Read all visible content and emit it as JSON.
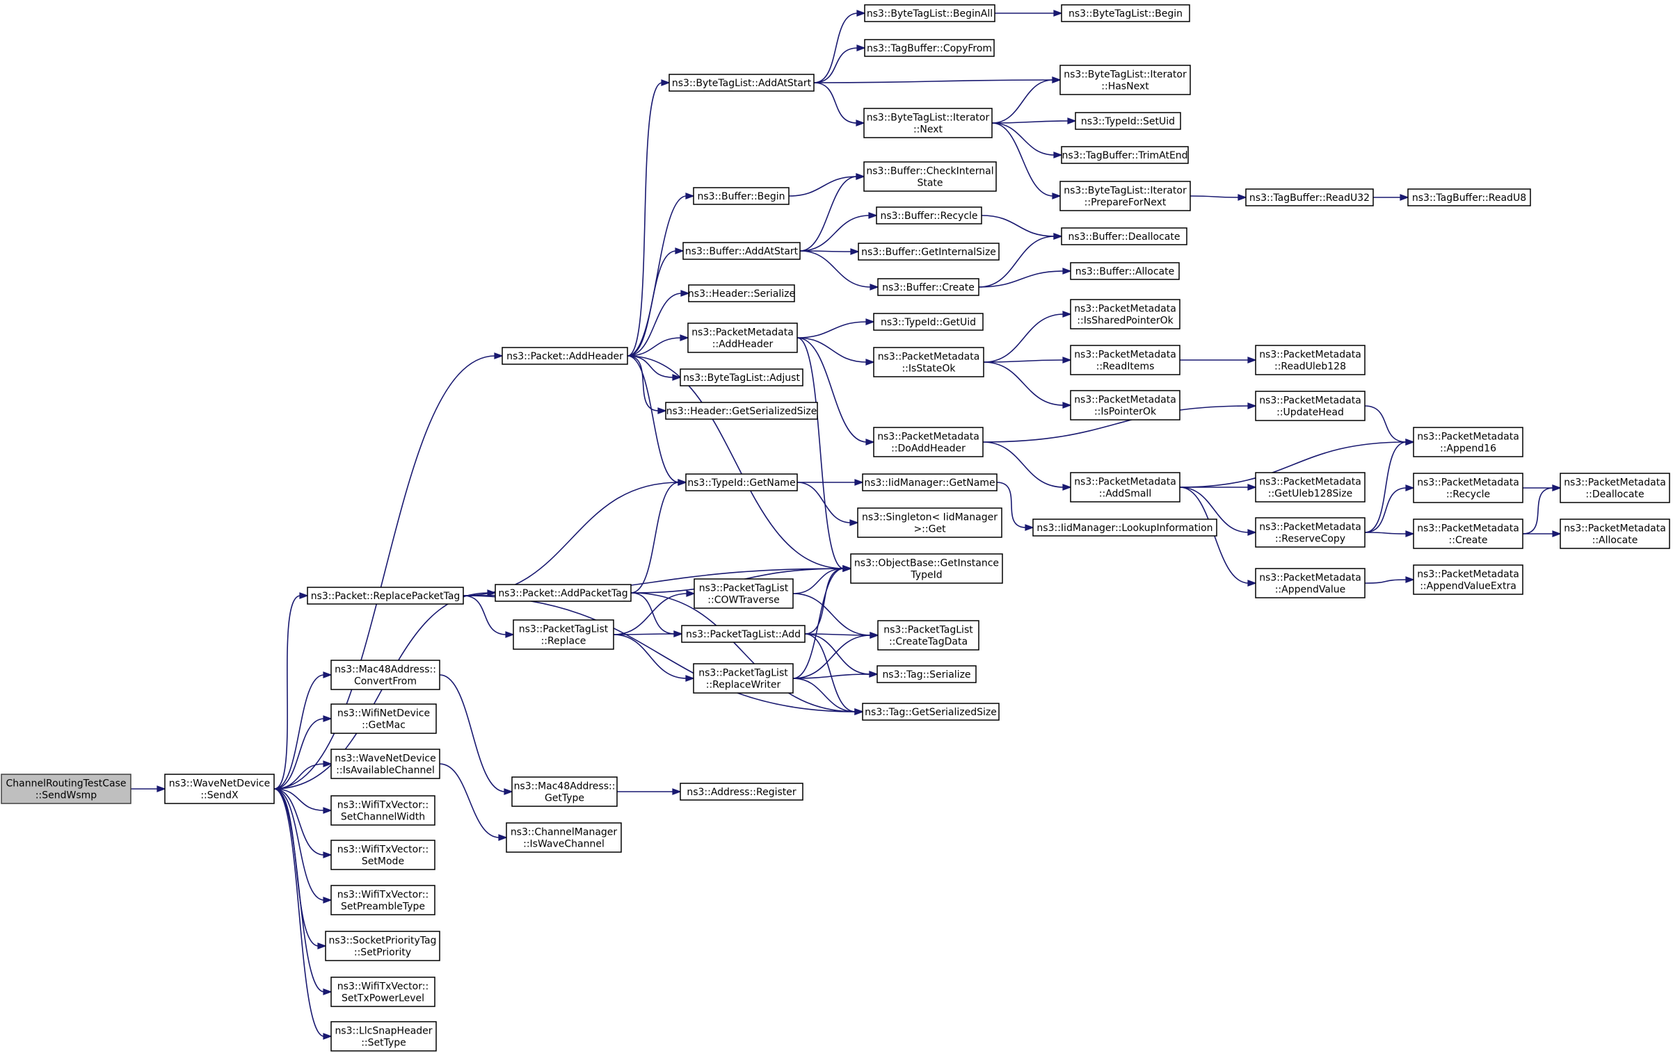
{
  "diagram": {
    "type": "call-graph",
    "root": "ChannelRoutingTestCase::SendWsmp",
    "colors": {
      "edge": "#191970",
      "node_border": "#000000",
      "root_fill": "#bfbfbf",
      "node_fill": "#ffffff"
    },
    "nodes": [
      {
        "id": "n_root",
        "lines": [
          "ChannelRoutingTestCase",
          "::SendWsmp"
        ],
        "root": true
      },
      {
        "id": "n_sendx",
        "lines": [
          "ns3::WaveNetDevice",
          "::SendX"
        ]
      },
      {
        "id": "n_addheader",
        "lines": [
          "ns3::Packet::AddHeader"
        ]
      },
      {
        "id": "n_replacepackettag",
        "lines": [
          "ns3::Packet::ReplacePacketTag"
        ]
      },
      {
        "id": "n_addpackettag",
        "lines": [
          "ns3::Packet::AddPacketTag"
        ]
      },
      {
        "id": "n_mac48convert",
        "lines": [
          "ns3::Mac48Address::",
          "ConvertFrom"
        ]
      },
      {
        "id": "n_wifigetmac",
        "lines": [
          "ns3::WifiNetDevice",
          "::GetMac"
        ]
      },
      {
        "id": "n_isavailable",
        "lines": [
          "ns3::WaveNetDevice",
          "::IsAvailableChannel"
        ]
      },
      {
        "id": "n_setchwidth",
        "lines": [
          "ns3::WifiTxVector::",
          "SetChannelWidth"
        ]
      },
      {
        "id": "n_setmode",
        "lines": [
          "ns3::WifiTxVector::",
          "SetMode"
        ]
      },
      {
        "id": "n_setpreamble",
        "lines": [
          "ns3::WifiTxVector::",
          "SetPreambleType"
        ]
      },
      {
        "id": "n_setpriority",
        "lines": [
          "ns3::SocketPriorityTag",
          "::SetPriority"
        ]
      },
      {
        "id": "n_settxpower",
        "lines": [
          "ns3::WifiTxVector::",
          "SetTxPowerLevel"
        ]
      },
      {
        "id": "n_llcsettype",
        "lines": [
          "ns3::LlcSnapHeader",
          "::SetType"
        ]
      },
      {
        "id": "n_btl_addatstart",
        "lines": [
          "ns3::ByteTagList::AddAtStart"
        ]
      },
      {
        "id": "n_buf_begin",
        "lines": [
          "ns3::Buffer::Begin"
        ]
      },
      {
        "id": "n_buf_addatstart",
        "lines": [
          "ns3::Buffer::AddAtStart"
        ]
      },
      {
        "id": "n_hdr_serialize",
        "lines": [
          "ns3::Header::Serialize"
        ]
      },
      {
        "id": "n_pm_addheader",
        "lines": [
          "ns3::PacketMetadata",
          "::AddHeader"
        ]
      },
      {
        "id": "n_btl_adjust",
        "lines": [
          "ns3::ByteTagList::Adjust"
        ]
      },
      {
        "id": "n_hdr_getsize",
        "lines": [
          "ns3::Header::GetSerializedSize"
        ]
      },
      {
        "id": "n_typeid_getname",
        "lines": [
          "ns3::TypeId::GetName"
        ]
      },
      {
        "id": "n_ptl_replace",
        "lines": [
          "ns3::PacketTagList",
          "::Replace"
        ]
      },
      {
        "id": "n_mac48_gettype",
        "lines": [
          "ns3::Mac48Address::",
          "GetType"
        ]
      },
      {
        "id": "n_chmgr_iswave",
        "lines": [
          "ns3::ChannelManager",
          "::IsWaveChannel"
        ]
      },
      {
        "id": "n_btl_beginall",
        "lines": [
          "ns3::ByteTagList::BeginAll"
        ]
      },
      {
        "id": "n_tb_copyfrom",
        "lines": [
          "ns3::TagBuffer::CopyFrom"
        ]
      },
      {
        "id": "n_btl_it_next",
        "lines": [
          "ns3::ByteTagList::Iterator",
          "::Next"
        ]
      },
      {
        "id": "n_buf_checkinternal",
        "lines": [
          "ns3::Buffer::CheckInternal",
          "State"
        ]
      },
      {
        "id": "n_buf_recycle",
        "lines": [
          "ns3::Buffer::Recycle"
        ]
      },
      {
        "id": "n_buf_getinternalsize",
        "lines": [
          "ns3::Buffer::GetInternalSize"
        ]
      },
      {
        "id": "n_buf_create",
        "lines": [
          "ns3::Buffer::Create"
        ]
      },
      {
        "id": "n_typeid_getuid",
        "lines": [
          "ns3::TypeId::GetUid"
        ]
      },
      {
        "id": "n_pm_isstateok",
        "lines": [
          "ns3::PacketMetadata",
          "::IsStateOk"
        ]
      },
      {
        "id": "n_pm_doaddheader",
        "lines": [
          "ns3::PacketMetadata",
          "::DoAddHeader"
        ]
      },
      {
        "id": "n_iid_getname",
        "lines": [
          "ns3::IidManager::GetName"
        ]
      },
      {
        "id": "n_singleton_get",
        "lines": [
          "ns3::Singleton< IidManager",
          " >::Get"
        ]
      },
      {
        "id": "n_ob_getinstance",
        "lines": [
          "ns3::ObjectBase::GetInstance",
          "TypeId"
        ]
      },
      {
        "id": "n_ptl_cowtraverse",
        "lines": [
          "ns3::PacketTagList",
          "::COWTraverse"
        ]
      },
      {
        "id": "n_ptl_add",
        "lines": [
          "ns3::PacketTagList::Add"
        ]
      },
      {
        "id": "n_ptl_replacewriter",
        "lines": [
          "ns3::PacketTagList",
          "::ReplaceWriter"
        ]
      },
      {
        "id": "n_ptl_createtagdata",
        "lines": [
          "ns3::PacketTagList",
          "::CreateTagData"
        ]
      },
      {
        "id": "n_tag_serialize",
        "lines": [
          "ns3::Tag::Serialize"
        ]
      },
      {
        "id": "n_tag_getsize",
        "lines": [
          "ns3::Tag::GetSerializedSize"
        ]
      },
      {
        "id": "n_addr_register",
        "lines": [
          "ns3::Address::Register"
        ]
      },
      {
        "id": "n_btl_begin",
        "lines": [
          "ns3::ByteTagList::Begin"
        ]
      },
      {
        "id": "n_btl_it_hasnext",
        "lines": [
          "ns3::ByteTagList::Iterator",
          "::HasNext"
        ]
      },
      {
        "id": "n_typeid_setuid",
        "lines": [
          "ns3::TypeId::SetUid"
        ]
      },
      {
        "id": "n_tb_trimatend",
        "lines": [
          "ns3::TagBuffer::TrimAtEnd"
        ]
      },
      {
        "id": "n_btl_it_prepare",
        "lines": [
          "ns3::ByteTagList::Iterator",
          "::PrepareForNext"
        ]
      },
      {
        "id": "n_buf_deallocate",
        "lines": [
          "ns3::Buffer::Deallocate"
        ]
      },
      {
        "id": "n_buf_allocate",
        "lines": [
          "ns3::Buffer::Allocate"
        ]
      },
      {
        "id": "n_pm_issharedptrok",
        "lines": [
          "ns3::PacketMetadata",
          "::IsSharedPointerOk"
        ]
      },
      {
        "id": "n_pm_readitems",
        "lines": [
          "ns3::PacketMetadata",
          "::ReadItems"
        ]
      },
      {
        "id": "n_pm_ispointerok",
        "lines": [
          "ns3::PacketMetadata",
          "::IsPointerOk"
        ]
      },
      {
        "id": "n_pm_addsmall",
        "lines": [
          "ns3::PacketMetadata",
          "::AddSmall"
        ]
      },
      {
        "id": "n_iid_lookup",
        "lines": [
          "ns3::IidManager::LookupInformation"
        ]
      },
      {
        "id": "n_tb_readu32",
        "lines": [
          "ns3::TagBuffer::ReadU32"
        ]
      },
      {
        "id": "n_pm_readuleb128",
        "lines": [
          "ns3::PacketMetadata",
          "::ReadUleb128"
        ]
      },
      {
        "id": "n_pm_updatehead",
        "lines": [
          "ns3::PacketMetadata",
          "::UpdateHead"
        ]
      },
      {
        "id": "n_pm_getuleb128size",
        "lines": [
          "ns3::PacketMetadata",
          "::GetUleb128Size"
        ]
      },
      {
        "id": "n_pm_reservecopy",
        "lines": [
          "ns3::PacketMetadata",
          "::ReserveCopy"
        ]
      },
      {
        "id": "n_pm_appendvalue",
        "lines": [
          "ns3::PacketMetadata",
          "::AppendValue"
        ]
      },
      {
        "id": "n_tb_readu8",
        "lines": [
          "ns3::TagBuffer::ReadU8"
        ]
      },
      {
        "id": "n_pm_append16",
        "lines": [
          "ns3::PacketMetadata",
          "::Append16"
        ]
      },
      {
        "id": "n_pm_recycle",
        "lines": [
          "ns3::PacketMetadata",
          "::Recycle"
        ]
      },
      {
        "id": "n_pm_create",
        "lines": [
          "ns3::PacketMetadata",
          "::Create"
        ]
      },
      {
        "id": "n_pm_appendvalueextra",
        "lines": [
          "ns3::PacketMetadata",
          "::AppendValueExtra"
        ]
      },
      {
        "id": "n_pm_deallocate",
        "lines": [
          "ns3::PacketMetadata",
          "::Deallocate"
        ]
      },
      {
        "id": "n_pm_allocate",
        "lines": [
          "ns3::PacketMetadata",
          "::Allocate"
        ]
      }
    ],
    "edges": [
      [
        "n_root",
        "n_sendx"
      ],
      [
        "n_sendx",
        "n_addheader"
      ],
      [
        "n_sendx",
        "n_replacepackettag"
      ],
      [
        "n_sendx",
        "n_addpackettag"
      ],
      [
        "n_sendx",
        "n_mac48convert"
      ],
      [
        "n_sendx",
        "n_wifigetmac"
      ],
      [
        "n_sendx",
        "n_isavailable"
      ],
      [
        "n_sendx",
        "n_setchwidth"
      ],
      [
        "n_sendx",
        "n_setmode"
      ],
      [
        "n_sendx",
        "n_setpreamble"
      ],
      [
        "n_sendx",
        "n_setpriority"
      ],
      [
        "n_sendx",
        "n_settxpower"
      ],
      [
        "n_sendx",
        "n_llcsettype"
      ],
      [
        "n_addheader",
        "n_btl_addatstart"
      ],
      [
        "n_addheader",
        "n_buf_begin"
      ],
      [
        "n_addheader",
        "n_buf_addatstart"
      ],
      [
        "n_addheader",
        "n_hdr_serialize"
      ],
      [
        "n_addheader",
        "n_pm_addheader"
      ],
      [
        "n_addheader",
        "n_btl_adjust"
      ],
      [
        "n_addheader",
        "n_hdr_getsize"
      ],
      [
        "n_addheader",
        "n_typeid_getname"
      ],
      [
        "n_addheader",
        "n_ob_getinstance"
      ],
      [
        "n_replacepackettag",
        "n_typeid_getname"
      ],
      [
        "n_replacepackettag",
        "n_ob_getinstance"
      ],
      [
        "n_replacepackettag",
        "n_ptl_replace"
      ],
      [
        "n_replacepackettag",
        "n_tag_getsize"
      ],
      [
        "n_addpackettag",
        "n_typeid_getname"
      ],
      [
        "n_addpackettag",
        "n_ob_getinstance"
      ],
      [
        "n_addpackettag",
        "n_ptl_add"
      ],
      [
        "n_addpackettag",
        "n_tag_getsize"
      ],
      [
        "n_mac48convert",
        "n_mac48_gettype"
      ],
      [
        "n_isavailable",
        "n_chmgr_iswave"
      ],
      [
        "n_btl_addatstart",
        "n_btl_beginall"
      ],
      [
        "n_btl_addatstart",
        "n_tb_copyfrom"
      ],
      [
        "n_btl_addatstart",
        "n_btl_it_hasnext"
      ],
      [
        "n_btl_addatstart",
        "n_btl_it_next"
      ],
      [
        "n_btl_beginall",
        "n_btl_begin"
      ],
      [
        "n_btl_it_next",
        "n_btl_it_hasnext"
      ],
      [
        "n_btl_it_next",
        "n_typeid_setuid"
      ],
      [
        "n_btl_it_next",
        "n_tb_trimatend"
      ],
      [
        "n_btl_it_next",
        "n_btl_it_prepare"
      ],
      [
        "n_btl_it_prepare",
        "n_tb_readu32"
      ],
      [
        "n_tb_readu32",
        "n_tb_readu8"
      ],
      [
        "n_buf_begin",
        "n_buf_checkinternal"
      ],
      [
        "n_buf_addatstart",
        "n_buf_checkinternal"
      ],
      [
        "n_buf_addatstart",
        "n_buf_recycle"
      ],
      [
        "n_buf_addatstart",
        "n_buf_getinternalsize"
      ],
      [
        "n_buf_addatstart",
        "n_buf_create"
      ],
      [
        "n_buf_recycle",
        "n_buf_deallocate"
      ],
      [
        "n_buf_create",
        "n_buf_deallocate"
      ],
      [
        "n_buf_create",
        "n_buf_allocate"
      ],
      [
        "n_pm_addheader",
        "n_typeid_getuid"
      ],
      [
        "n_pm_addheader",
        "n_pm_isstateok"
      ],
      [
        "n_pm_addheader",
        "n_pm_doaddheader"
      ],
      [
        "n_pm_addheader",
        "n_ob_getinstance"
      ],
      [
        "n_pm_isstateok",
        "n_pm_issharedptrok"
      ],
      [
        "n_pm_isstateok",
        "n_pm_readitems"
      ],
      [
        "n_pm_isstateok",
        "n_pm_ispointerok"
      ],
      [
        "n_pm_readitems",
        "n_pm_readuleb128"
      ],
      [
        "n_pm_doaddheader",
        "n_pm_updatehead"
      ],
      [
        "n_pm_doaddheader",
        "n_pm_addsmall"
      ],
      [
        "n_pm_updatehead",
        "n_pm_append16"
      ],
      [
        "n_pm_addsmall",
        "n_pm_append16"
      ],
      [
        "n_pm_addsmall",
        "n_pm_getuleb128size"
      ],
      [
        "n_pm_addsmall",
        "n_pm_reservecopy"
      ],
      [
        "n_pm_addsmall",
        "n_pm_appendvalue"
      ],
      [
        "n_pm_reservecopy",
        "n_pm_append16"
      ],
      [
        "n_pm_reservecopy",
        "n_pm_recycle"
      ],
      [
        "n_pm_reservecopy",
        "n_pm_create"
      ],
      [
        "n_pm_recycle",
        "n_pm_deallocate"
      ],
      [
        "n_pm_create",
        "n_pm_deallocate"
      ],
      [
        "n_pm_create",
        "n_pm_allocate"
      ],
      [
        "n_pm_appendvalue",
        "n_pm_appendvalueextra"
      ],
      [
        "n_typeid_getname",
        "n_iid_getname"
      ],
      [
        "n_typeid_getname",
        "n_singleton_get"
      ],
      [
        "n_iid_getname",
        "n_iid_lookup"
      ],
      [
        "n_ptl_replace",
        "n_ptl_cowtraverse"
      ],
      [
        "n_ptl_replace",
        "n_ptl_add"
      ],
      [
        "n_ptl_replace",
        "n_ptl_replacewriter"
      ],
      [
        "n_ptl_cowtraverse",
        "n_ob_getinstance"
      ],
      [
        "n_ptl_cowtraverse",
        "n_ptl_createtagdata"
      ],
      [
        "n_ptl_add",
        "n_ob_getinstance"
      ],
      [
        "n_ptl_add",
        "n_ptl_createtagdata"
      ],
      [
        "n_ptl_add",
        "n_tag_serialize"
      ],
      [
        "n_ptl_add",
        "n_tag_getsize"
      ],
      [
        "n_ptl_replacewriter",
        "n_ob_getinstance"
      ],
      [
        "n_ptl_replacewriter",
        "n_ptl_createtagdata"
      ],
      [
        "n_ptl_replacewriter",
        "n_tag_serialize"
      ],
      [
        "n_ptl_replacewriter",
        "n_tag_getsize"
      ],
      [
        "n_mac48_gettype",
        "n_addr_register"
      ]
    ]
  }
}
